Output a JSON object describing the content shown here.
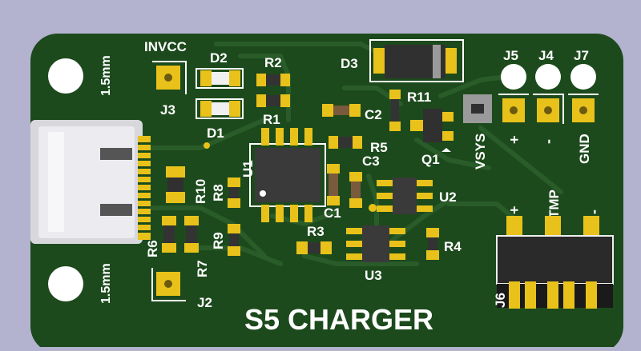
{
  "colors": {
    "background": "#b3b3cf",
    "board": "#1c4a1c",
    "trace": "#2a5c2a",
    "pad": "#e8c21a",
    "silk": "#ffffff",
    "ic": "#3a3a3a"
  },
  "board": {
    "title": "S5 CHARGER",
    "mount_hole_labels": [
      "1.5mm",
      "1.5mm"
    ]
  },
  "refs": {
    "invcc": "INVCC",
    "j3": "J3",
    "d2": "D2",
    "d1": "D1",
    "r2": "R2",
    "r1": "R1",
    "d3": "D3",
    "j5": "J5",
    "j4": "J4",
    "j7": "J7",
    "r11": "R11",
    "c2": "C2",
    "vsys": "VSYS",
    "q1": "Q1",
    "r5": "R5",
    "c3": "C3",
    "u1": "U1",
    "r10": "R10",
    "r8": "R8",
    "r9": "R9",
    "r6": "R6",
    "r7": "R7",
    "c1": "C1",
    "r3": "R3",
    "u2": "U2",
    "u3": "U3",
    "r4": "R4",
    "j2": "J2",
    "j6": "J6",
    "tmp": "TMP",
    "gnd": "GND",
    "plus_top": "+",
    "minus_top": "-",
    "plus_bottom": "+",
    "minus_bottom": "-"
  }
}
